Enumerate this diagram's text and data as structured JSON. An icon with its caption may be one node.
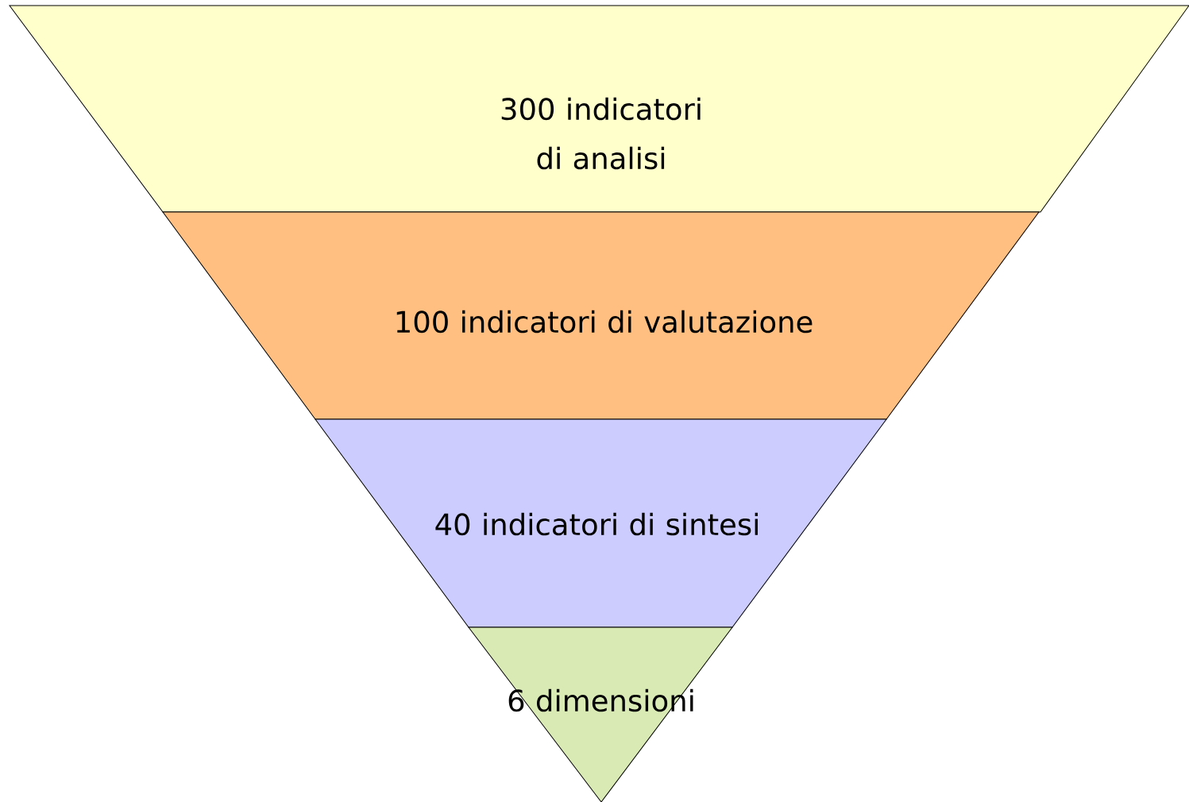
{
  "diagram": {
    "nodes": [
      {
        "text": [
          "300 indicatori di analisi"
        ]
      },
      {
        "text": [
          "100 indicatori di valutazione"
        ]
      },
      {
        "text": [
          "40 indicatori di sintesi"
        ]
      },
      {
        "text": [
          "6 dimensioni"
        ]
      }
    ]
  }
}
